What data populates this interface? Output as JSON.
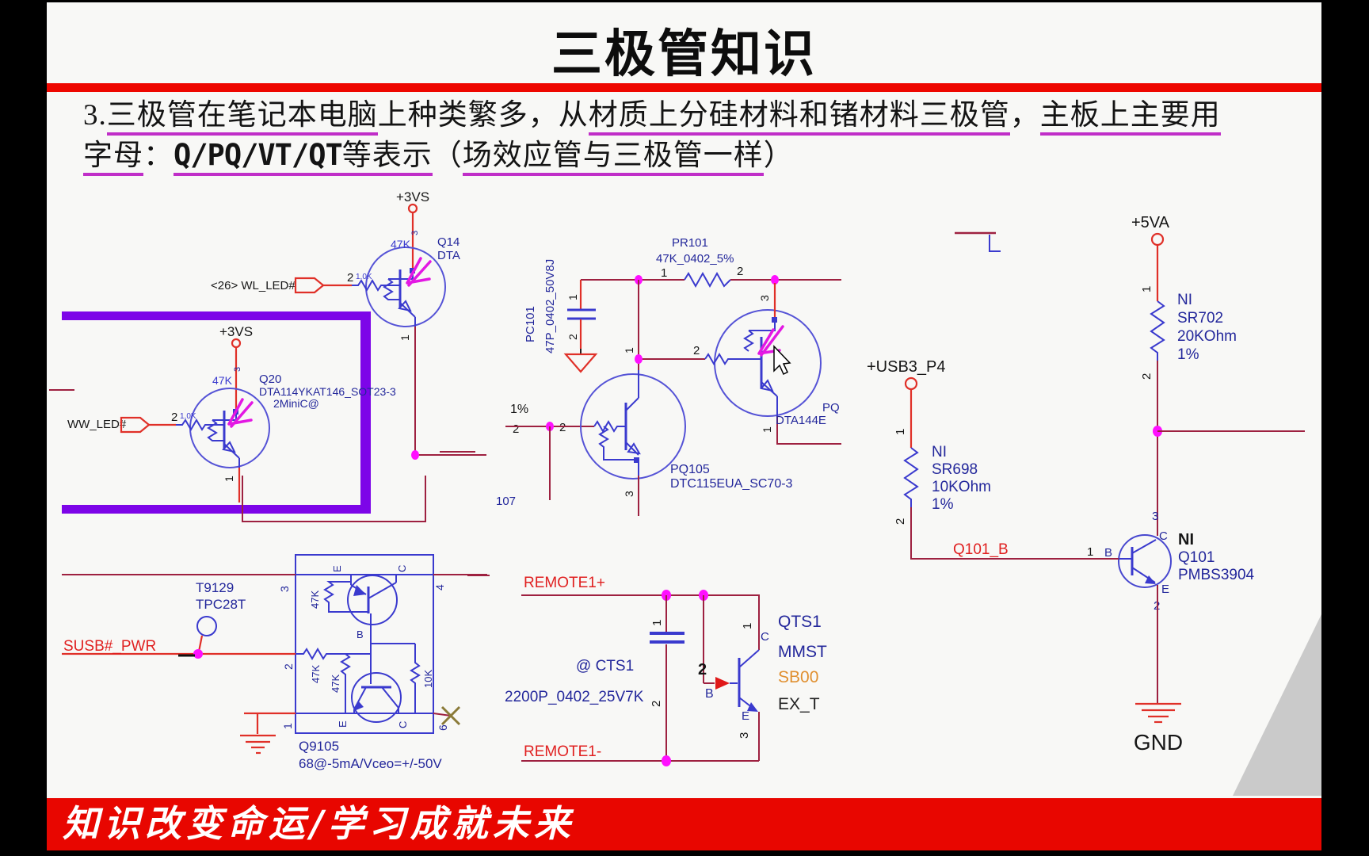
{
  "header": {
    "title": "三极管知识"
  },
  "para": {
    "s1": "3.",
    "s2": "三极管在笔记本电脑",
    "s3": "上种类繁多，从",
    "s4": "材质上分硅材料和锗材料三极管",
    "s5": "，",
    "s6": "主板上主要用",
    "s7": "字母",
    "s8": "：",
    "s9": "Q/PQ/VT/QT",
    "s9b": "等表示",
    "s10": "（",
    "s11": "场效应管与三极管一样",
    "s12": "）"
  },
  "footer": {
    "slogan": "知识改变命运/学习成就未来"
  },
  "colors": {
    "accent_red": "#ee0700",
    "underline_magenta": "#c02ec8",
    "highlight_purple": "#7d05e8",
    "wire_maroon": "#9e2140",
    "wire_blue": "#3a3ace"
  },
  "sch": {
    "a": {
      "pwr": "+3VS",
      "pin3": "3",
      "r": "47K",
      "ref": "Q14",
      "part": "DTA",
      "sig": "<26>  WL_LED#",
      "pin2": "2",
      "rb": "1.0K",
      "pin1": "1"
    },
    "b": {
      "pwr": "+3VS",
      "pin3": "3",
      "r": "47K",
      "ref": "Q20",
      "part": "DTA114YKAT146_SOT23-3",
      "part2": "2MiniC@",
      "sig": "WW_LED#",
      "pin2": "2",
      "rb": "1.0K",
      "pin1": "1"
    },
    "c": {
      "cref": "PC101",
      "cval": "47P_0402_50V8J",
      "c1": "1",
      "c2": "2",
      "rref": "PR101",
      "rval": "47K_0402_5%",
      "r1": "1",
      "r2": "2",
      "pct": "1%",
      "p2a": "2",
      "p2b": "2",
      "frag107": "107",
      "qref": "PQ105",
      "qpart": "DTC115EUA_SC70-3",
      "q3": "3",
      "q1": "1",
      "q2pin3": "3",
      "q2pin2": "2",
      "q2pin1": "1",
      "q2ref": "PQ",
      "q2part": "DTA144E"
    },
    "d": {
      "tp1": "T9129",
      "tp2": "TPC28T",
      "sig": "SUSB#_PWR",
      "pin3": "3",
      "pin2": "2",
      "pin1": "1",
      "pin4": "4",
      "pin6": "6",
      "e1": "E",
      "c1": "C",
      "b1": "B",
      "e2": "E",
      "c2": "C",
      "r1": "47K",
      "r2": "47K",
      "r3": "47K",
      "r4": "10K",
      "ref": "Q9105",
      "spec": "68@-5mA/Vceo=+/-50V"
    },
    "e": {
      "sp": "REMOTE1+",
      "sm": "REMOTE1-",
      "cp1": "1",
      "cp2": "2",
      "cann": "@ CTS1",
      "cval": "2200P_0402_25V7K",
      "qp2": "2",
      "b": "B",
      "c": "C",
      "e": "E",
      "qp1": "1",
      "qp3": "3",
      "l1": "QTS1",
      "l2": "MMST",
      "l3": "SB00",
      "l4": "EX_T"
    },
    "f": {
      "pwr": "+5VA",
      "p1": "1",
      "ni1": "NI",
      "rref1": "SR702",
      "rval1": "20KOhm",
      "rpct1": "1%",
      "p2": "2",
      "pwr2": "+USB3_P4",
      "p1b": "1",
      "ni2": "NI",
      "rref2": "SR698",
      "rval2": "10KOhm",
      "rpct2": "1%",
      "p2b": "2",
      "net": "Q101_B",
      "p1c": "1",
      "b": "B",
      "c": "C",
      "e": "E",
      "p3": "3",
      "p2c": "2",
      "ni3": "NI",
      "qref": "Q101",
      "qpart": "PMBS3904",
      "gnd": "GND"
    }
  }
}
